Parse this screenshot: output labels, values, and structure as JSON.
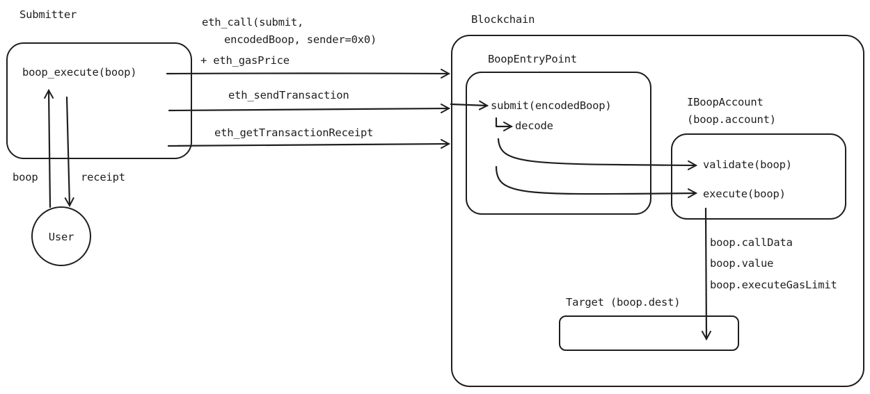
{
  "submitter": {
    "title": "Submitter",
    "method": "boop_execute(boop)"
  },
  "user": {
    "label": "User",
    "boop_edge": "boop",
    "receipt_edge": "receipt"
  },
  "calls": {
    "eth_call_line1": "eth_call(submit,",
    "eth_call_line2": "encodedBoop, sender=0x0)",
    "gas_price": "+ eth_gasPrice",
    "send_tx": "eth_sendTransaction",
    "get_receipt": "eth_getTransactionReceipt"
  },
  "blockchain": {
    "title": "Blockchain",
    "entry_point": {
      "title": "BoopEntryPoint",
      "submit": "submit(encodedBoop)",
      "decode": "decode"
    },
    "account": {
      "title_line1": "IBoopAccount",
      "title_line2": "(boop.account)",
      "validate": "validate(boop)",
      "execute": "execute(boop)"
    },
    "call_params": {
      "call_data": "boop.callData",
      "value": "boop.value",
      "gas_limit": "boop.executeGasLimit"
    },
    "target": {
      "title": "Target (boop.dest)"
    }
  }
}
